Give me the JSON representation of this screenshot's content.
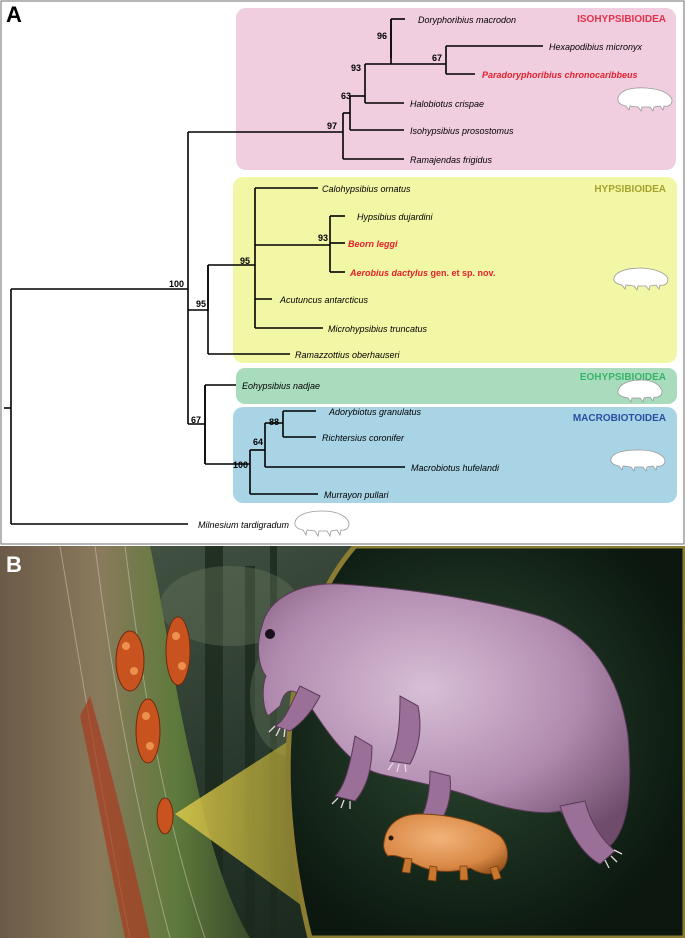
{
  "panel_a": {
    "letter": "A",
    "clades": {
      "isohypsibioidea": "ISOHYPSIBIOIDEA",
      "hypsibioidea": "HYPSIBIOIDEA",
      "eohypsibioidea": "EOHYPSIBIOIDEA",
      "macrobiotoidea": "MACROBIOTOIDEA"
    },
    "taxa": {
      "doryphoribius": "Doryphoribius macrodon",
      "hexapodibius": "Hexapodibius micronyx",
      "paradoryphoribius": "Paradoryphoribius chronocaribbeus",
      "halobiotus": "Halobiotus crispae",
      "isohypsibius": "Isohypsibius prosostomus",
      "ramajendas": "Ramajendas frigidus",
      "calohypsibius": "Calohypsibius ornatus",
      "hypsibius": "Hypsibius dujardini",
      "beorn": "Beorn leggi",
      "aerobius": "Aerobius dactylus",
      "aerobius_suffix": " gen. et sp. nov.",
      "acutuncus": "Acutuncus antarcticus",
      "microhypsibius": "Microhypsibius truncatus",
      "ramazzottius": "Ramazzottius oberhauseri",
      "eohypsibius": "Eohypsibius nadjae",
      "adorybiotus": "Adorybiotus granulatus",
      "richtersius": "Richtersius coronifer",
      "macrobiotus": "Macrobiotus hufelandi",
      "murrayon": "Murrayon pullari",
      "milnesium": "Milnesium tardigradum"
    },
    "support": {
      "n96": "96",
      "n67a": "67",
      "n93a": "93",
      "n63": "63",
      "n97": "97",
      "n93b": "93",
      "n95a": "95",
      "n95b": "95",
      "n100a": "100",
      "n67b": "67",
      "n88": "88",
      "n64": "64",
      "n100b": "100"
    },
    "colors": {
      "isohypsibioidea_bg": "#f1cde0",
      "hypsibioidea_bg": "#f2f7a6",
      "eohypsibioidea_bg": "#a9dcbd",
      "macrobiotoidea_bg": "#a8d4e6",
      "isohypsibioidea_label": "#e4324c",
      "hypsibioidea_label": "#a6a32c",
      "eohypsibioidea_label": "#38b46a",
      "macrobiotoidea_label": "#2b4fa0",
      "new_taxon": "#e5202b"
    }
  },
  "panel_b": {
    "letter": "B"
  }
}
